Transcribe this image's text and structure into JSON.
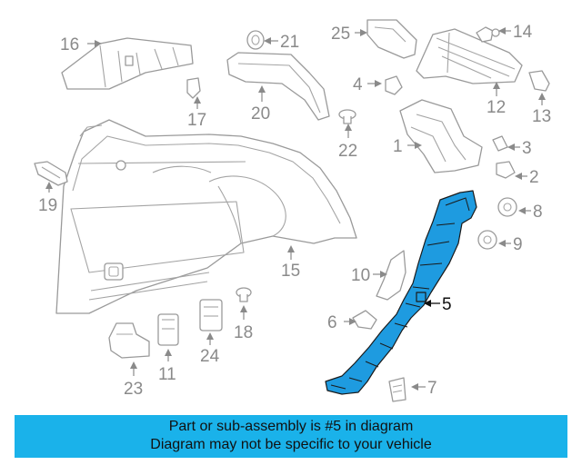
{
  "callouts": [
    {
      "n": "1"
    },
    {
      "n": "2"
    },
    {
      "n": "3"
    },
    {
      "n": "4"
    },
    {
      "n": "5"
    },
    {
      "n": "6"
    },
    {
      "n": "7"
    },
    {
      "n": "8"
    },
    {
      "n": "9"
    },
    {
      "n": "10"
    },
    {
      "n": "11"
    },
    {
      "n": "12"
    },
    {
      "n": "13"
    },
    {
      "n": "14"
    },
    {
      "n": "15"
    },
    {
      "n": "16"
    },
    {
      "n": "17"
    },
    {
      "n": "18"
    },
    {
      "n": "19"
    },
    {
      "n": "20"
    },
    {
      "n": "21"
    },
    {
      "n": "22"
    },
    {
      "n": "23"
    },
    {
      "n": "24"
    },
    {
      "n": "25"
    }
  ],
  "highlighted_part": "5",
  "colors": {
    "highlight": "#1e9be0",
    "banner": "#1ab2ea",
    "outline": "#9a9a9a"
  },
  "banner": {
    "line1": "Part or sub-assembly is #5 in diagram",
    "line2": "Diagram may not be specific to your vehicle"
  }
}
